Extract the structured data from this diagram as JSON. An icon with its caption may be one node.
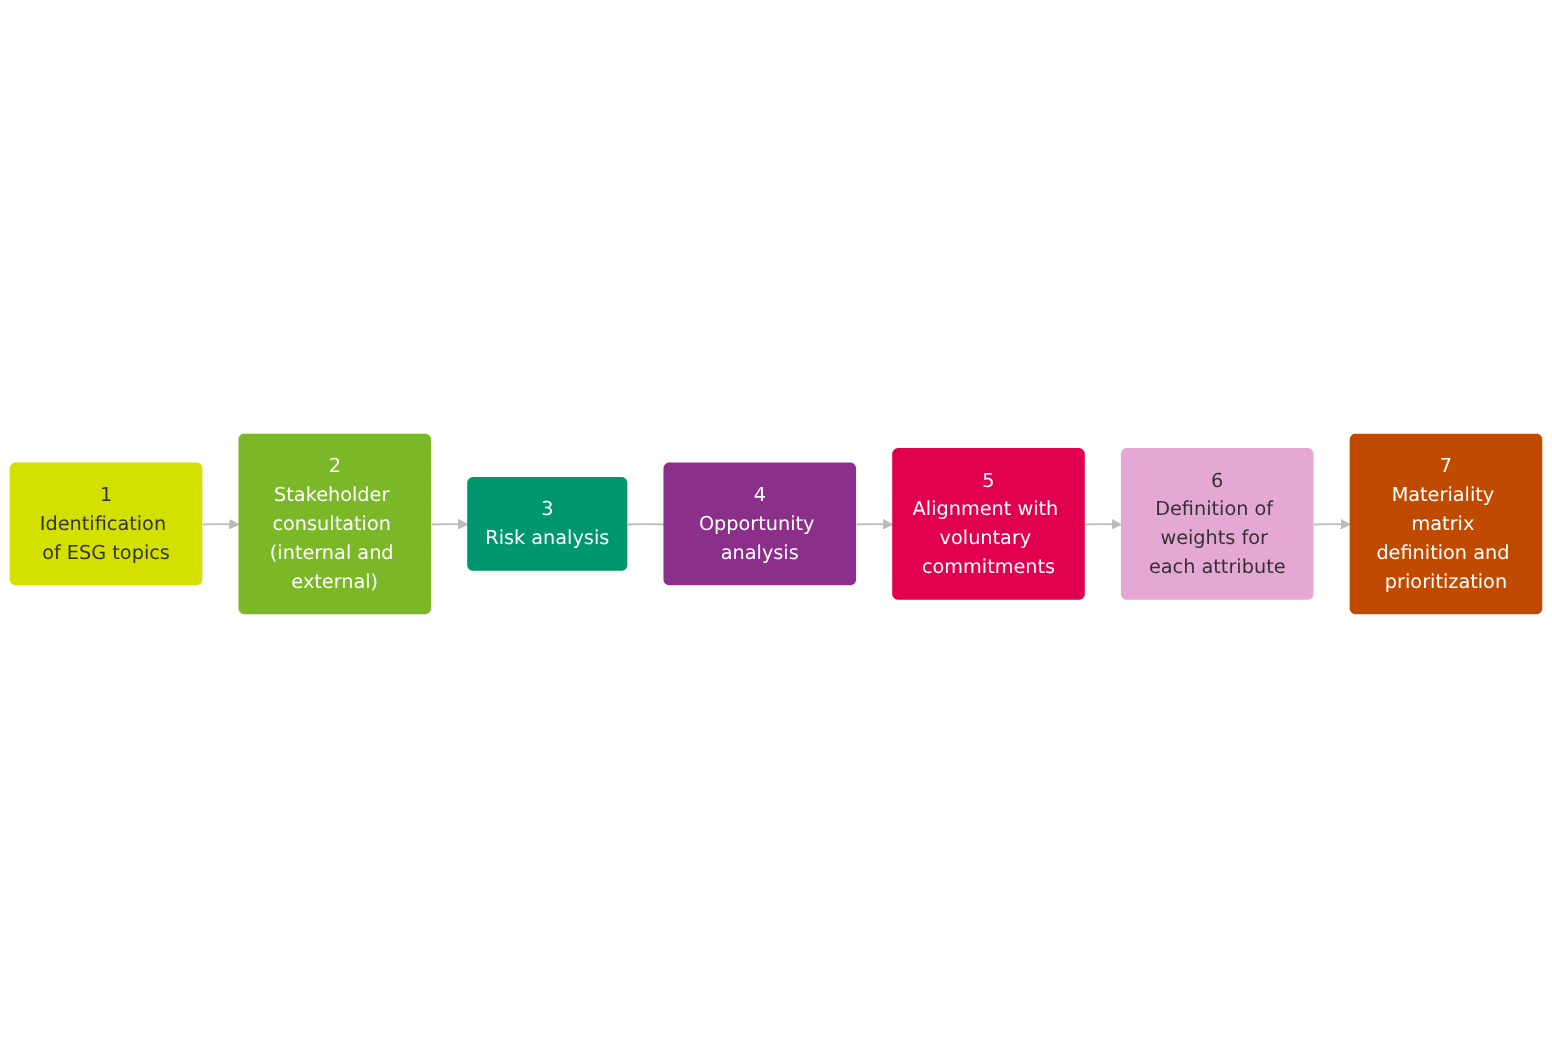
{
  "diagram": {
    "nodes": [
      {
        "text": [
          "1",
          "Identification of ESG topics"
        ]
      },
      {
        "text": [
          "2",
          "Stakeholder consultation (internal and external)"
        ]
      },
      {
        "text": [
          "3",
          "Risk analysis"
        ]
      },
      {
        "text": [
          "4",
          "Opportunity analysis"
        ]
      },
      {
        "text": [
          "5",
          "Alignment with voluntary commitments"
        ]
      },
      {
        "text": [
          "6",
          "Definition of weights for each attribute"
        ]
      },
      {
        "text": [
          "7",
          "Materiality matrix definition and prioritization"
        ]
      }
    ],
    "edges": [
      {
        "from": 0,
        "to": 1,
        "arrow": "to"
      },
      {
        "from": 1,
        "to": 2,
        "arrow": "to"
      },
      {
        "from": 2,
        "to": 3,
        "arrow": "none"
      },
      {
        "from": 3,
        "to": 4,
        "arrow": "to"
      },
      {
        "from": 4,
        "to": 5,
        "arrow": "to"
      },
      {
        "from": 5,
        "to": 6,
        "arrow": "to"
      }
    ]
  }
}
